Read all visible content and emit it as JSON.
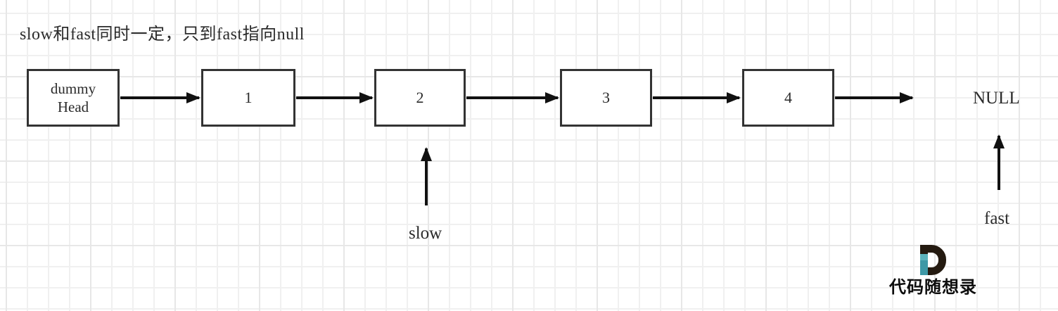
{
  "annotation": "slow和fast同时一定，只到fast指向null",
  "diagram": {
    "nodes": [
      {
        "id": "dummy-head",
        "lines": [
          "dummy",
          "Head"
        ]
      },
      {
        "id": "node-1",
        "lines": [
          "1"
        ]
      },
      {
        "id": "node-2",
        "lines": [
          "2"
        ]
      },
      {
        "id": "node-3",
        "lines": [
          "3"
        ]
      },
      {
        "id": "node-4",
        "lines": [
          "4"
        ]
      }
    ],
    "terminator_label": "NULL",
    "pointers": {
      "slow_label": "slow",
      "fast_label": "fast"
    }
  },
  "logo": {
    "letter": "D",
    "text": "代码随想录"
  },
  "colors": {
    "node_border": "#333333",
    "arrow": "#111111",
    "grid_minor": "#f0f0f0",
    "grid_major": "#e7e7e7",
    "logo_dark": "#241a10",
    "logo_teal": "#3d98a6"
  }
}
